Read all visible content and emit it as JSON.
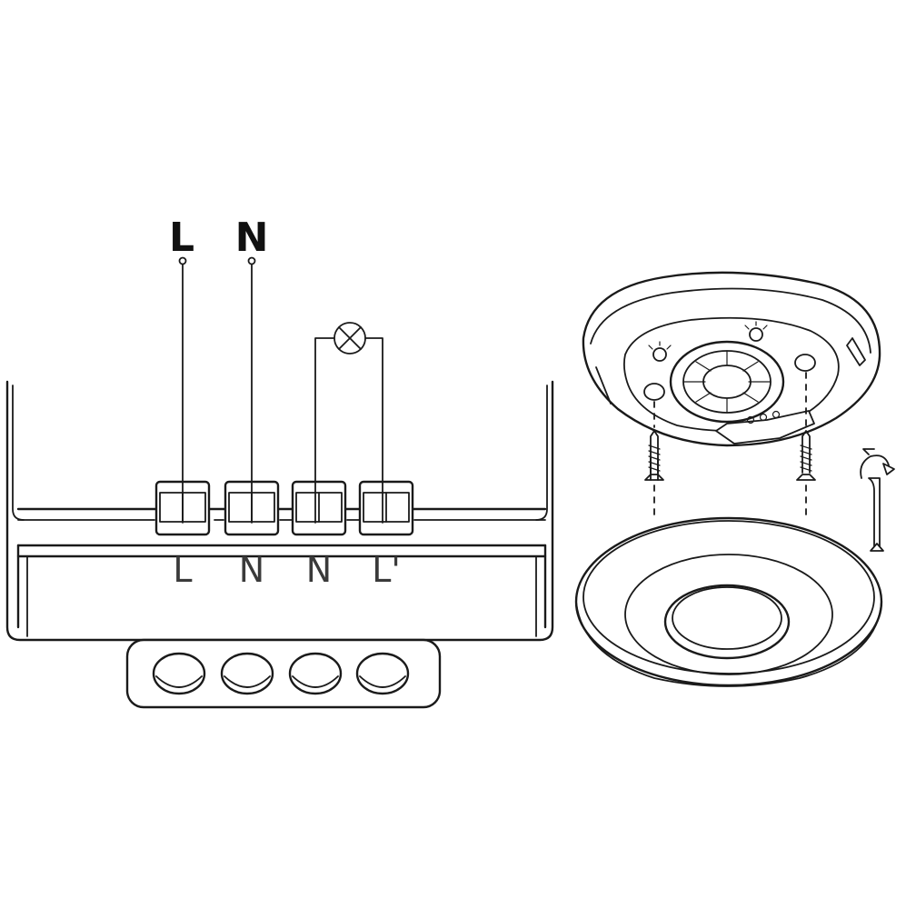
{
  "supply_labels": {
    "line": "L",
    "neutral": "N"
  },
  "terminal_labels": [
    "L",
    "N",
    "N",
    "L'"
  ],
  "colors": {
    "line_art": "#1a1a1a",
    "background": "#ffffff",
    "terminal_text": "#3a3a3a"
  },
  "icons": [
    "lamp-icon",
    "screw-icon",
    "rotate-arrow-icon"
  ]
}
